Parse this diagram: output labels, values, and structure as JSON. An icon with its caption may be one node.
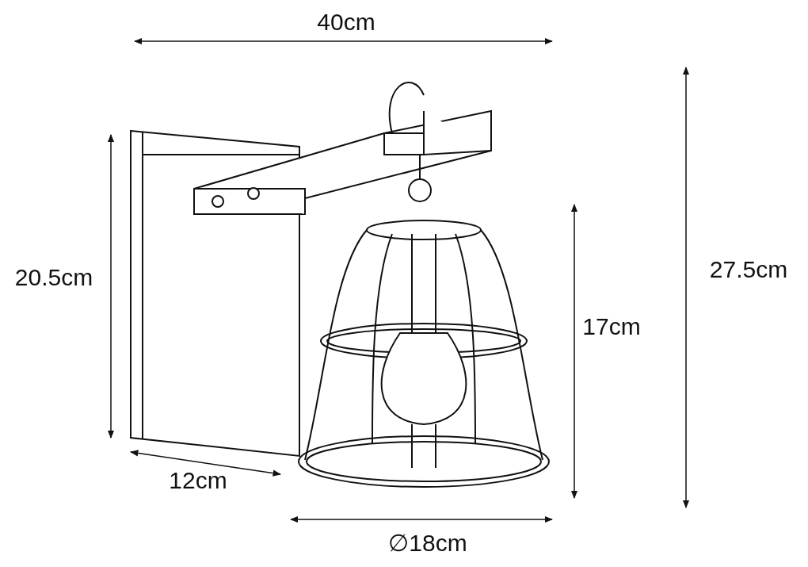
{
  "diagram": {
    "labels": [
      "40cm",
      "20.5cm",
      "27.5cm",
      "17cm",
      "12cm",
      "∅18cm"
    ]
  }
}
